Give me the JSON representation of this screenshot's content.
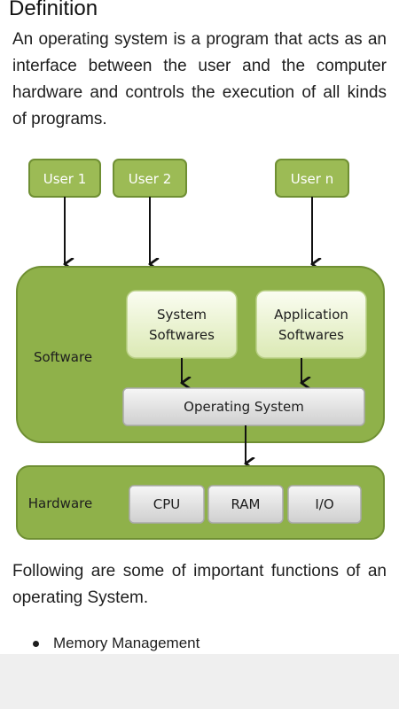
{
  "page": {
    "heading": "Definition",
    "intro": "An operating system is a program that acts as an interface between the user and the computer hardware and controls the execution of all kinds of programs.",
    "functions_intro": "Following are some of important functions of an operating System.",
    "bullets": [
      "Memory Management"
    ]
  },
  "diagram": {
    "users": [
      "User 1",
      "User 2",
      "User n"
    ],
    "software_label": "Software",
    "system_softwares": [
      "System",
      "Softwares"
    ],
    "application_softwares": [
      "Application",
      "Softwares"
    ],
    "operating_system": "Operating System",
    "hardware_label": "Hardware",
    "hardware_items": [
      "CPU",
      "RAM",
      "I/O"
    ]
  },
  "colors": {
    "panel_green": "#8fb14a",
    "panel_border": "#6f8f33",
    "user_box": "#9cbb55",
    "light_box": "#eef5d6",
    "grey_box": "#dcdcdc"
  }
}
